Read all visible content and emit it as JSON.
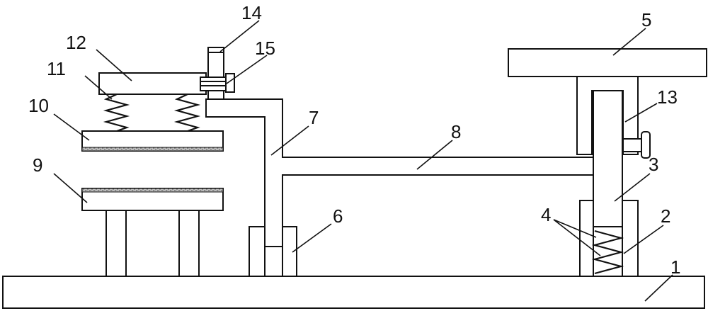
{
  "diagram": {
    "labels": {
      "l1": "1",
      "l2": "2",
      "l3": "3",
      "l4": "4",
      "l5": "5",
      "l6": "6",
      "l7": "7",
      "l8": "8",
      "l9": "9",
      "l10": "10",
      "l11": "11",
      "l12": "12",
      "l13": "13",
      "l14": "14",
      "l15": "15"
    }
  }
}
